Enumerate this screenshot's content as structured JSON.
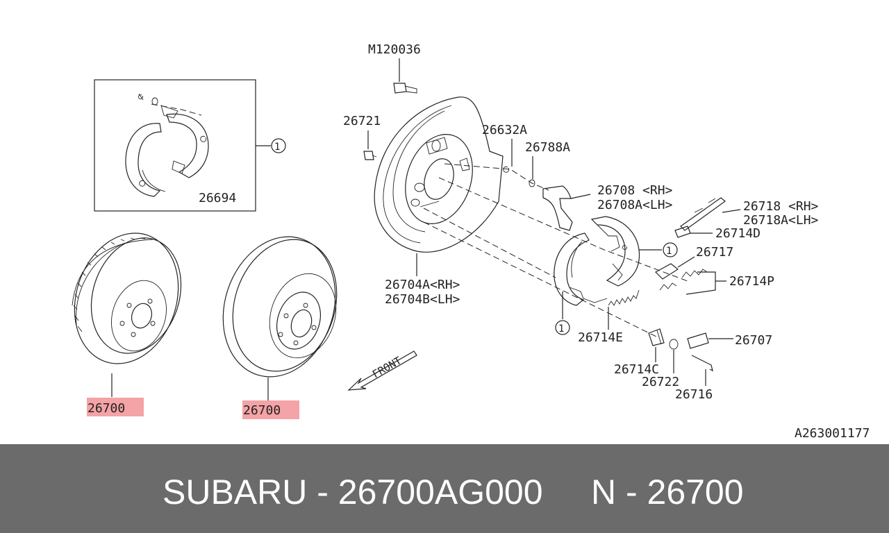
{
  "callouts": {
    "m120036": "M120036",
    "p26721": "26721",
    "p26632a": "26632A",
    "p26788a": "26788A",
    "p26708_rh": "26708 <RH>",
    "p26708a_lh": "26708A<LH>",
    "p26718_rh": "26718 <RH>",
    "p26718a_lh": "26718A<LH>",
    "p26714d": "26714D",
    "p26717": "26717",
    "p26714p": "26714P",
    "p26704a_rh": "26704A<RH>",
    "p26704b_lh": "26704B<LH>",
    "p26714e": "26714E",
    "p26707": "26707",
    "p26714c": "26714C",
    "p26722": "26722",
    "p26716": "26716",
    "p26694": "26694",
    "p26700_left": "26700",
    "p26700_right": "26700",
    "ref_1_box": "1",
    "ref_1_shoe": "1",
    "ref_1_lower": "1",
    "front": "FRONT"
  },
  "diagram_id": "A263001177",
  "footer": {
    "text": "SUBARU - 26700AG000     N - 26700"
  },
  "colors": {
    "highlight": "#f4a3a6",
    "footer_bg": "#6b6b6b",
    "footer_text": "#ffffff"
  }
}
